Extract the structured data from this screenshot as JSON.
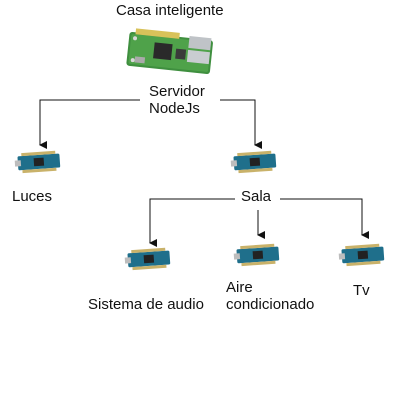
{
  "diagram": {
    "title": "Casa inteligente",
    "server_label_line1": "Servidor",
    "server_label_line2": "NodeJs",
    "node_luces": "Luces",
    "node_sala": "Sala",
    "node_audio": "Sistema de audio",
    "node_aire_line1": "Aire",
    "node_aire_line2": "condicionado",
    "node_tv": "Tv"
  },
  "icons": {
    "server": "raspberry-pi-board-icon",
    "nodes": "arduino-nano-board-icon"
  },
  "colors": {
    "line": "#111111",
    "arduino_board": "#1f6f8b",
    "pi_board": "#3f8f3f"
  }
}
